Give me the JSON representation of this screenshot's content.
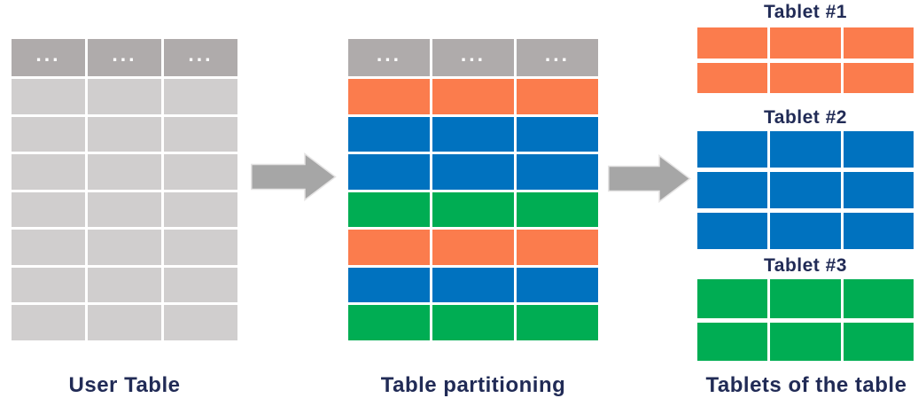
{
  "colors": {
    "background": "#FFFFFF",
    "header_gray": "#AFABAB",
    "row_gray": "#D0CECE",
    "orange": "#FB7C4D",
    "blue": "#0072BF",
    "green": "#00AD53",
    "arrow_gray": "#A6A6A6",
    "arrow_outline": "#E5E4E4",
    "label_navy": "#212B56"
  },
  "user_table": {
    "label": "User Table",
    "columns": 3,
    "header_cells": [
      "...",
      "...",
      "..."
    ],
    "row_colors": [
      "row_gray",
      "row_gray",
      "row_gray",
      "row_gray",
      "row_gray",
      "row_gray",
      "row_gray"
    ]
  },
  "partitioned_table": {
    "label": "Table partitioning",
    "columns": 3,
    "header_cells": [
      "...",
      "...",
      "..."
    ],
    "row_colors": [
      "orange",
      "blue",
      "blue",
      "green",
      "orange",
      "blue",
      "green"
    ]
  },
  "tablets": {
    "label": "Tablets of the table",
    "items": [
      {
        "title": "Tablet #1",
        "columns": 3,
        "row_colors": [
          "orange",
          "orange"
        ]
      },
      {
        "title": "Tablet #2",
        "columns": 3,
        "row_colors": [
          "blue",
          "blue",
          "blue"
        ]
      },
      {
        "title": "Tablet #3",
        "columns": 3,
        "row_colors": [
          "green",
          "green"
        ]
      }
    ]
  }
}
